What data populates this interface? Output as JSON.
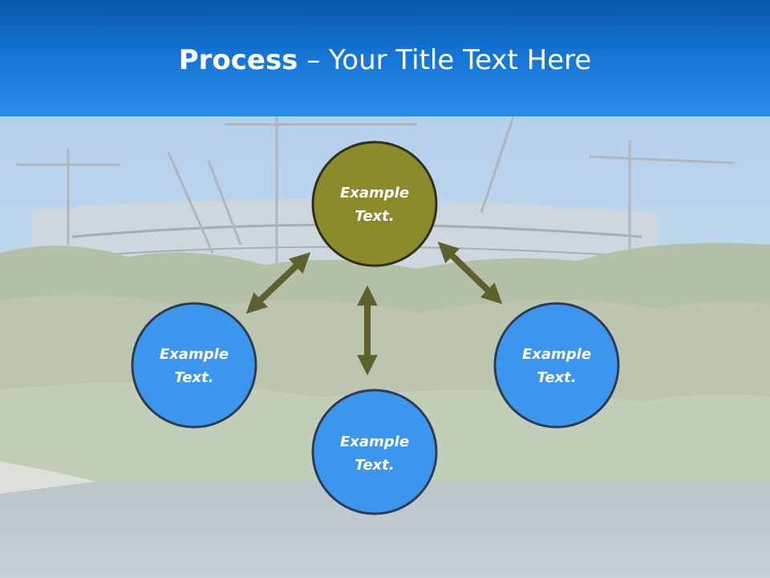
{
  "title": {
    "bold": "Process",
    "rest": " – Your Title Text Here"
  },
  "background": {
    "description_icon": "stadium-construction-photo"
  },
  "colors": {
    "header_top": "#0a57a8",
    "header_bottom": "#2a8de6",
    "node_main": "#8b8b2c",
    "node_secondary": "#3d96ee",
    "arrow": "#5e6030",
    "node_border": "#2b3c55"
  },
  "nodes": [
    {
      "id": "top",
      "line1": "Example",
      "line2": "Text."
    },
    {
      "id": "left",
      "line1": "Example",
      "line2": "Text."
    },
    {
      "id": "right",
      "line1": "Example",
      "line2": "Text."
    },
    {
      "id": "bottom",
      "line1": "Example",
      "line2": "Text."
    }
  ]
}
